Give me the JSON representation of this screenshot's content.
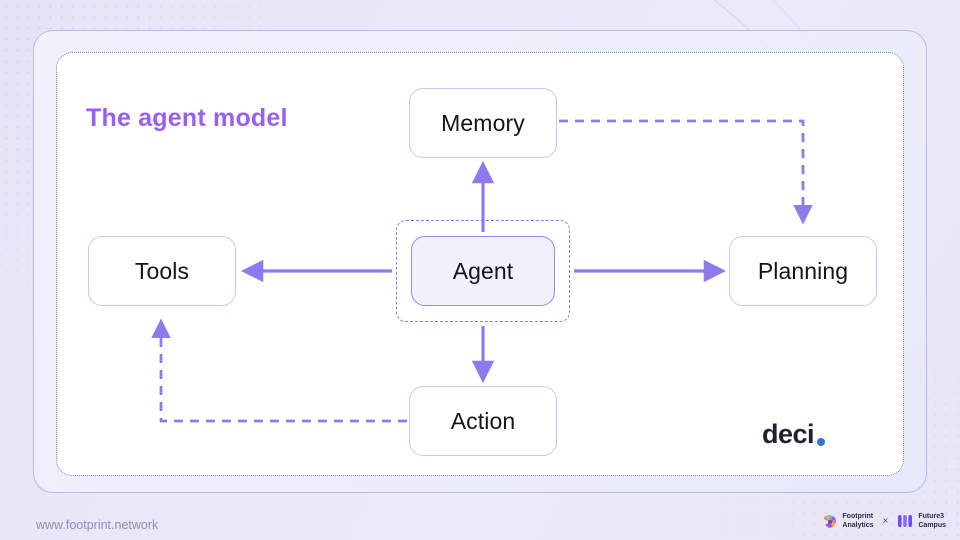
{
  "slide": {
    "title": "The agent model"
  },
  "diagram": {
    "type": "flow",
    "nodes": [
      {
        "id": "memory",
        "label": "Memory",
        "style": "outline"
      },
      {
        "id": "tools",
        "label": "Tools",
        "style": "outline"
      },
      {
        "id": "agent",
        "label": "Agent",
        "style": "filled-dashed-frame"
      },
      {
        "id": "planning",
        "label": "Planning",
        "style": "outline"
      },
      {
        "id": "action",
        "label": "Action",
        "style": "outline"
      }
    ],
    "edges": [
      {
        "from": "agent",
        "to": "memory",
        "line": "solid",
        "arrow": "up"
      },
      {
        "from": "agent",
        "to": "tools",
        "line": "solid",
        "arrow": "left"
      },
      {
        "from": "agent",
        "to": "planning",
        "line": "solid",
        "arrow": "right"
      },
      {
        "from": "agent",
        "to": "action",
        "line": "solid",
        "arrow": "down"
      },
      {
        "from": "memory",
        "to": "planning",
        "line": "dashed",
        "arrow": "down"
      },
      {
        "from": "action",
        "to": "tools",
        "line": "dashed",
        "arrow": "up"
      }
    ]
  },
  "branding": {
    "deci_label": "deci",
    "footer_url": "www.footprint.network",
    "partner_separator": "×",
    "partners": [
      {
        "name": "Footprint Analytics",
        "lines": "Footprint\nAnalytics"
      },
      {
        "name": "Future3 Campus",
        "lines": "Future3\nCampus"
      }
    ]
  },
  "colors": {
    "accent_purple": "#8f79ee",
    "title_purple": "#9a5ff0",
    "agent_fill": "#f3f0fe",
    "node_border": "#cdc6f3",
    "deci_dot_blue": "#3b6fd4",
    "footer_text": "#8e8eb4",
    "panel_border": "#bcb9ea"
  }
}
